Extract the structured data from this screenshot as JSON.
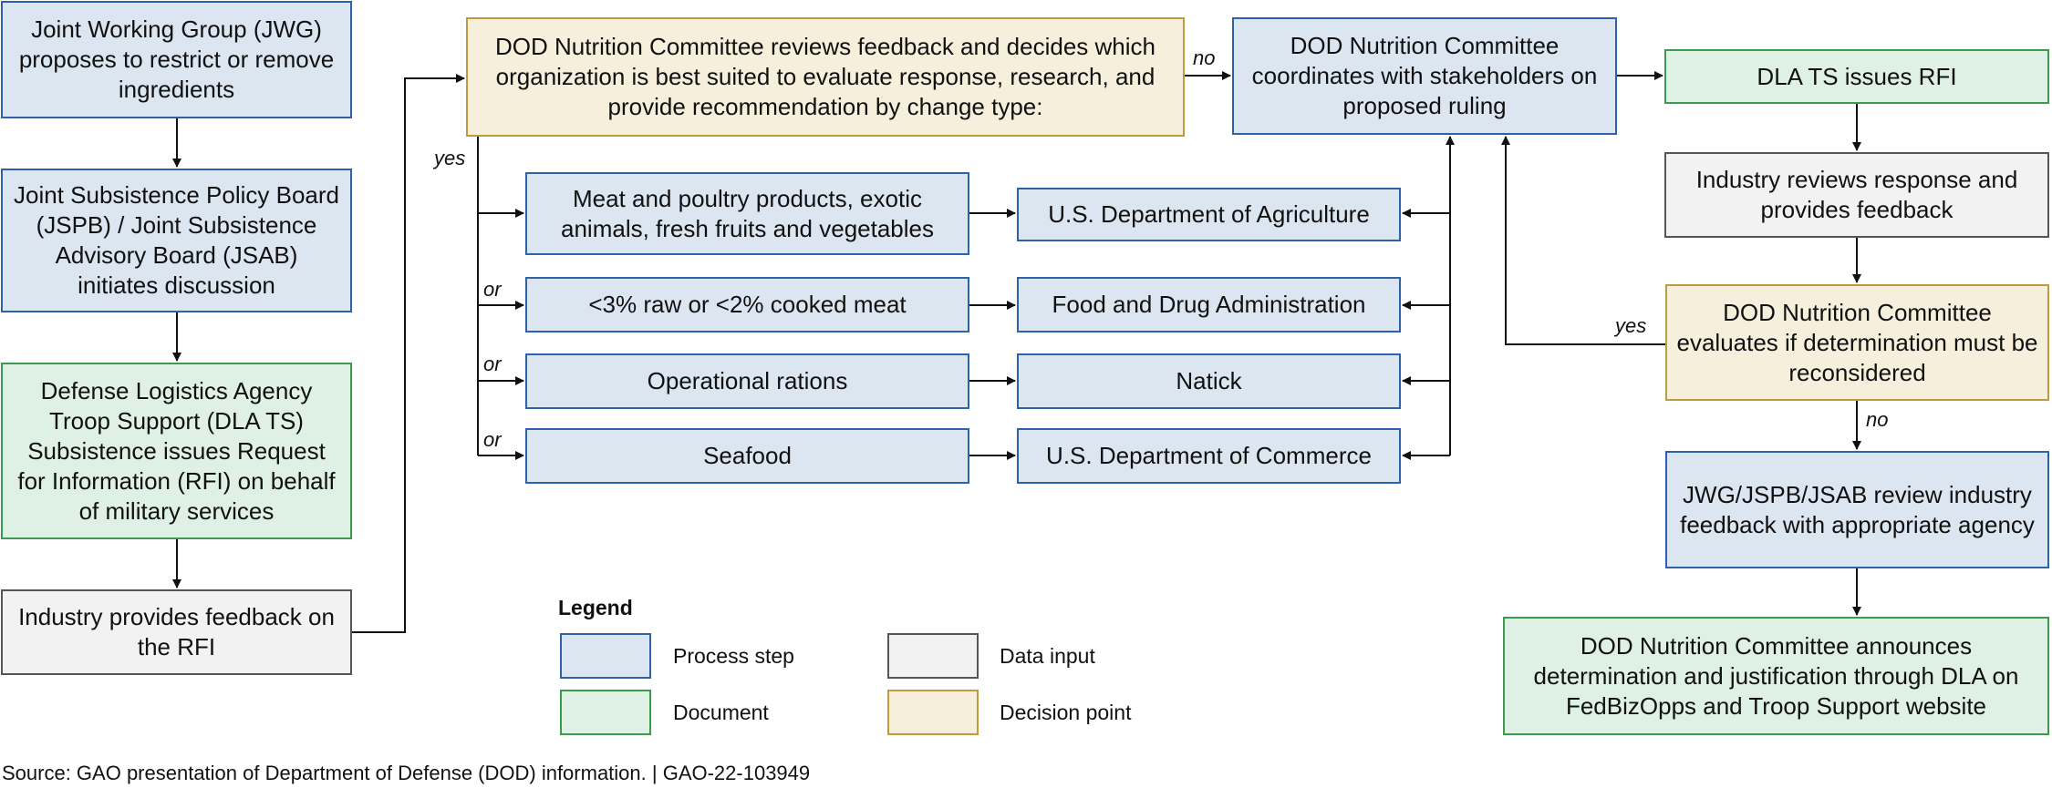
{
  "colors": {
    "process_fill": "#dce6f1",
    "process_border": "#2e62a8",
    "document_fill": "#dff0e4",
    "document_border": "#3c9a4e",
    "input_fill": "#f2f2f2",
    "input_border": "#555555",
    "decision_fill": "#f5efdc",
    "decision_border": "#c09a3e"
  },
  "nodes": {
    "jwg": "Joint Working Group (JWG) proposes to restrict or remove ingredients",
    "jspb": "Joint Subsistence Policy Board (JSPB) / Joint Subsistence Advisory Board (JSAB) initiates discussion",
    "dla_rfi_doc": "Defense Logistics Agency Troop Support (DLA TS) Subsistence issues Request for Information (RFI) on behalf of military services",
    "industry_feedback": "Industry provides feedback on the RFI",
    "committee_review": "DOD Nutrition Committee reviews feedback and decides which organization is best suited to evaluate response, research, and provide recommendation by change type:",
    "meat": "Meat and poultry products, exotic animals, fresh fruits and vegetables",
    "raw_meat": "<3% raw or <2% cooked meat",
    "rations": "Operational rations",
    "seafood": "Seafood",
    "usda": "U.S. Department of Agriculture",
    "fda": "Food and Drug Administration",
    "natick": "Natick",
    "commerce": "U.S. Department of Commerce",
    "coordinates": "DOD Nutrition Committee coordinates with stakeholders on proposed ruling",
    "dla_issues_rfi": "DLA TS issues RFI",
    "industry_reviews": "Industry reviews response and provides feedback",
    "evaluates": "DOD Nutrition Committee evaluates if determination must be reconsidered",
    "jwg_review": "JWG/JSPB/JSAB review industry feedback with appropriate agency",
    "announces": "DOD Nutrition Committee announces determination and justification through DLA on FedBizOpps and Troop Support website"
  },
  "labels": {
    "yes_1": "yes",
    "no_1": "no",
    "or_1": "or",
    "or_2": "or",
    "or_3": "or",
    "yes_2": "yes",
    "no_2": "no"
  },
  "legend": {
    "title": "Legend",
    "process": "Process step",
    "document": "Document",
    "data_input": "Data input",
    "decision": "Decision point"
  },
  "source": "Source: GAO presentation of Department of Defense (DOD) information.  |  GAO-22-103949"
}
